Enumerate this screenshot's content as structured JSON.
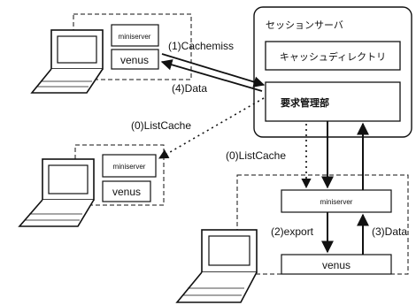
{
  "server": {
    "title": "セッションサーバ",
    "cache_directory": "キャッシュディレクトリ",
    "request_manager": "要求管理部"
  },
  "clients": {
    "top": {
      "miniserver": "miniserver",
      "venus": "venus"
    },
    "middle": {
      "miniserver": "miniserver",
      "venus": "venus"
    },
    "bottom": {
      "miniserver": "miniserver",
      "venus": "venus"
    }
  },
  "labels": {
    "cachemiss": "(1)Cachemiss",
    "data4": "(4)Data",
    "listcache_left": "(0)ListCache",
    "listcache_right": "(0)ListCache",
    "export2": "(2)export",
    "data3": "(3)Data"
  }
}
